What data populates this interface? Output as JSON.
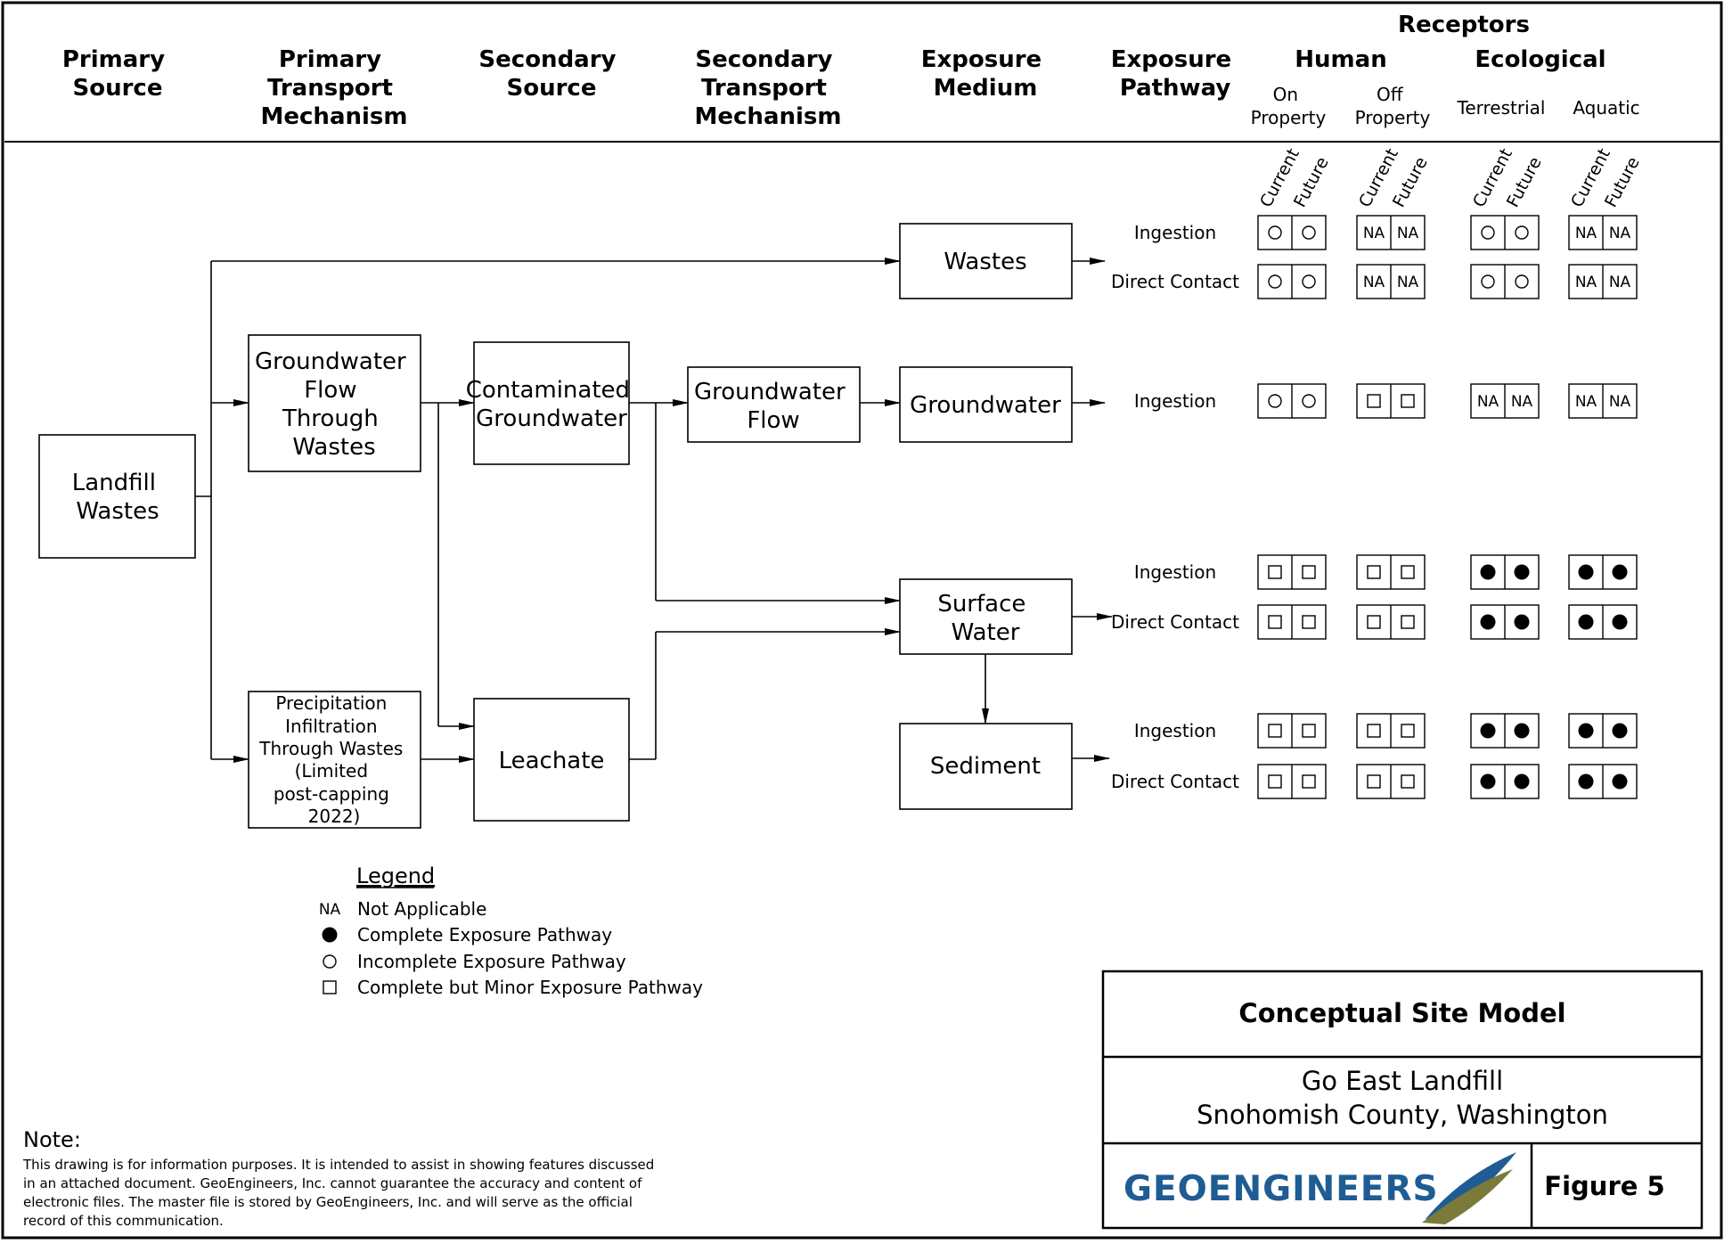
{
  "header": {
    "primary_source": [
      "Primary",
      "Source"
    ],
    "primary_transport": [
      "Primary",
      "Transport",
      "Mechanism"
    ],
    "secondary_source": [
      "Secondary",
      "Source"
    ],
    "secondary_transport": [
      "Secondary",
      "Transport",
      "Mechanism"
    ],
    "exposure_medium": [
      "Exposure",
      "Medium"
    ],
    "exposure_pathway": [
      "Exposure",
      "Pathway"
    ],
    "receptors": "Receptors",
    "human": "Human",
    "ecological": "Ecological",
    "on_property": [
      "On",
      "Property"
    ],
    "off_property": [
      "Off",
      "Property"
    ],
    "terrestrial": "Terrestrial",
    "aquatic": "Aquatic",
    "current": "Current",
    "future": "Future"
  },
  "boxes": {
    "landfill": [
      "Landfill",
      "Wastes"
    ],
    "gw_flow_wastes": [
      "Groundwater",
      "Flow",
      "Through",
      "Wastes"
    ],
    "precipitation": [
      "Precipitation",
      "Infiltration",
      "Through Wastes",
      "(Limited",
      "post-capping",
      "2022)"
    ],
    "contaminated_gw": [
      "Contaminated",
      "Groundwater"
    ],
    "leachate": [
      "Leachate"
    ],
    "gw_flow": [
      "Groundwater",
      "Flow"
    ],
    "wastes": [
      "Wastes"
    ],
    "groundwater": [
      "Groundwater"
    ],
    "surface_water": [
      "Surface",
      "Water"
    ],
    "sediment": [
      "Sediment"
    ]
  },
  "matrix": [
    {
      "pathway": "Ingestion",
      "cells": [
        "O",
        "O",
        "NA",
        "NA",
        "O",
        "O",
        "NA",
        "NA"
      ]
    },
    {
      "pathway": "Direct Contact",
      "cells": [
        "O",
        "O",
        "NA",
        "NA",
        "O",
        "O",
        "NA",
        "NA"
      ]
    },
    {
      "pathway": "Ingestion",
      "cells": [
        "O",
        "O",
        "S",
        "S",
        "NA",
        "NA",
        "NA",
        "NA"
      ]
    },
    {
      "pathway": "Ingestion",
      "cells": [
        "S",
        "S",
        "S",
        "S",
        "F",
        "F",
        "F",
        "F"
      ]
    },
    {
      "pathway": "Direct Contact",
      "cells": [
        "S",
        "S",
        "S",
        "S",
        "F",
        "F",
        "F",
        "F"
      ]
    },
    {
      "pathway": "Ingestion",
      "cells": [
        "S",
        "S",
        "S",
        "S",
        "F",
        "F",
        "F",
        "F"
      ]
    },
    {
      "pathway": "Direct Contact",
      "cells": [
        "S",
        "S",
        "S",
        "S",
        "F",
        "F",
        "F",
        "F"
      ]
    }
  ],
  "legend": {
    "title": "Legend",
    "items": [
      {
        "symbol": "NA",
        "label": "Not Applicable"
      },
      {
        "symbol": "F",
        "label": "Complete Exposure Pathway"
      },
      {
        "symbol": "O",
        "label": "Incomplete Exposure Pathway"
      },
      {
        "symbol": "S",
        "label": "Complete but Minor Exposure Pathway"
      }
    ]
  },
  "note": {
    "title": "Note:",
    "lines": [
      "This drawing is for information purposes. It is intended to assist in showing features discussed",
      "in an attached document. GeoEngineers, Inc. cannot guarantee the accuracy and content of",
      "electronic files. The master file is stored by GeoEngineers, Inc. and will serve as the official",
      "record of this communication."
    ]
  },
  "title_block": {
    "title": "Conceptual Site Model",
    "site_line1": "Go East Landfill",
    "site_line2": "Snohomish County, Washington",
    "logo_text": "GEOENGINEERS",
    "figure": "Figure 5"
  },
  "colors": {
    "line": "#000000",
    "logo_blue": "#1f5c94",
    "logo_olive": "#7c7a3a"
  }
}
